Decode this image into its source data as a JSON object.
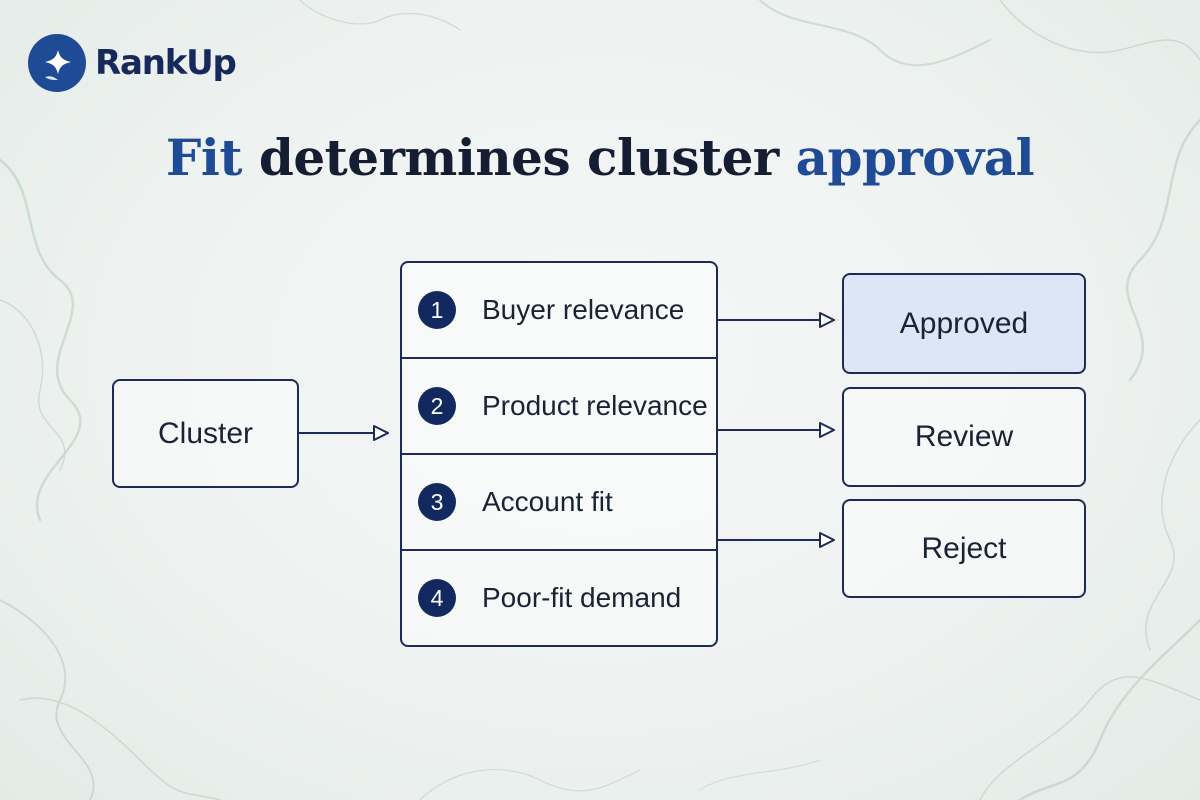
{
  "brand": {
    "name": "RankUp",
    "icon": "star-sparkle-logo-icon",
    "color": "#1f4a96"
  },
  "title": {
    "part1": "Fit",
    "part2": " determines cluster ",
    "part3": "approval"
  },
  "diagram": {
    "source": {
      "label": "Cluster"
    },
    "criteria": [
      {
        "number": "1",
        "label": "Buyer relevance"
      },
      {
        "number": "2",
        "label": "Product relevance"
      },
      {
        "number": "3",
        "label": "Account fit"
      },
      {
        "number": "4",
        "label": "Poor-fit demand"
      }
    ],
    "outcomes": [
      {
        "label": "Approved",
        "highlight_color": "#dde6f7"
      },
      {
        "label": "Review"
      },
      {
        "label": "Reject"
      }
    ]
  },
  "colors": {
    "ink": "#1e2b56",
    "accent": "#1f4a96",
    "badge": "#12295f"
  }
}
